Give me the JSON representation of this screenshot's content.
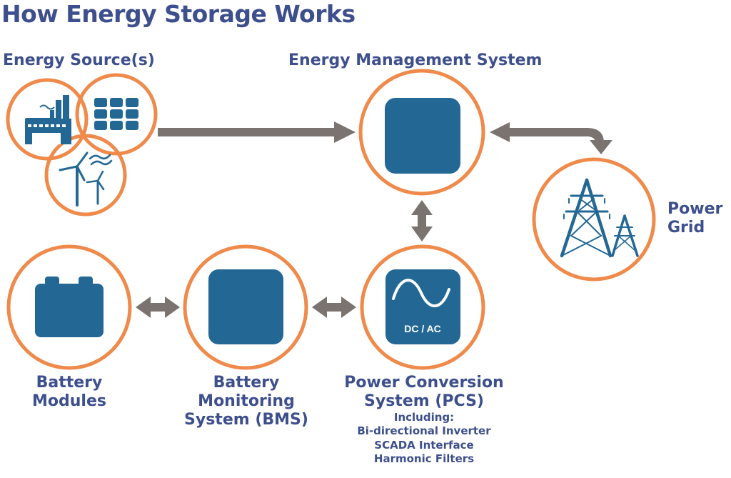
{
  "title": "How Energy Storage Works",
  "colors": {
    "heading": "#3d4f8c",
    "ring": "#ef8a4a",
    "icon": "#236895",
    "arrow": "#7b7370"
  },
  "nodes": {
    "energy_sources": {
      "label": "Energy Source(s)",
      "icons": [
        "factory-icon",
        "solar-panel-icon",
        "wind-turbine-icon"
      ]
    },
    "ems": {
      "label": "Energy Management System",
      "icon": "ems-square-icon"
    },
    "power_grid": {
      "label_line1": "Power",
      "label_line2": "Grid",
      "icon": "transmission-tower-icon"
    },
    "battery_modules": {
      "label_line1": "Battery",
      "label_line2": "Modules",
      "icon": "battery-icon"
    },
    "bms": {
      "label_line1": "Battery",
      "label_line2": "Monitoring",
      "label_line3": "System (BMS)",
      "icon": "bms-square-icon"
    },
    "pcs": {
      "label_line1": "Power Conversion",
      "label_line2": "System (PCS)",
      "icon": "sine-wave-icon",
      "icon_text": "DC / AC",
      "details": [
        "Including:",
        "Bi-directional Inverter",
        "SCADA Interface",
        "Harmonic Filters"
      ]
    }
  },
  "connections": [
    {
      "from": "energy_sources",
      "to": "ems",
      "direction": "one-way"
    },
    {
      "from": "ems",
      "to": "power_grid",
      "direction": "two-way"
    },
    {
      "from": "ems",
      "to": "pcs",
      "direction": "two-way"
    },
    {
      "from": "pcs",
      "to": "bms",
      "direction": "two-way"
    },
    {
      "from": "bms",
      "to": "battery_modules",
      "direction": "two-way"
    }
  ]
}
